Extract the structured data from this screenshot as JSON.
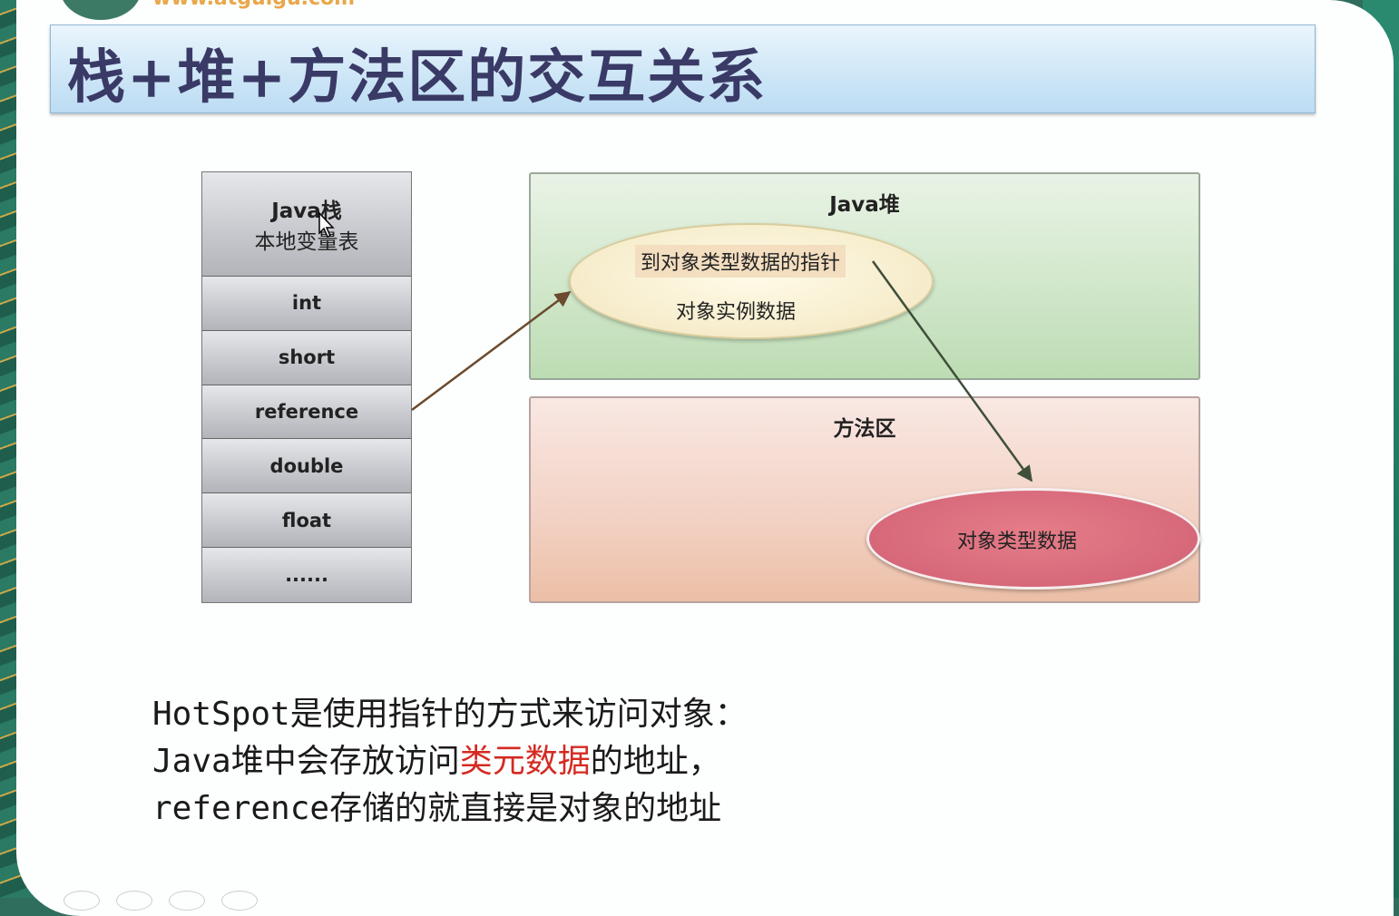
{
  "logo": {
    "url": "www.atguigu.com"
  },
  "title": "栈+堆+方法区的交互关系",
  "stack": {
    "title_line1": "Java栈",
    "title_line2": "本地变量表",
    "rows": [
      "int",
      "short",
      "reference",
      "double",
      "float",
      "......"
    ]
  },
  "heap": {
    "title": "Java堆",
    "pointer_label": "到对象类型数据的指针",
    "instance_label": "对象实例数据"
  },
  "method_area": {
    "title": "方法区",
    "type_data_label": "对象类型数据"
  },
  "description": {
    "line1": "HotSpot是使用指针的方式来访问对象：",
    "line2_prefix": "Java堆中会存放访问",
    "line2_highlight": "类元数据",
    "line2_suffix": "的地址，",
    "line3": "reference存储的就直接是对象的地址"
  },
  "colors": {
    "highlight": "#d42a22",
    "title_text": "#3a3a66",
    "arrow": "#5a4a3a"
  },
  "icons": [
    "cursor-icon",
    "arrow-reference-to-heap",
    "arrow-pointer-to-type-data"
  ]
}
